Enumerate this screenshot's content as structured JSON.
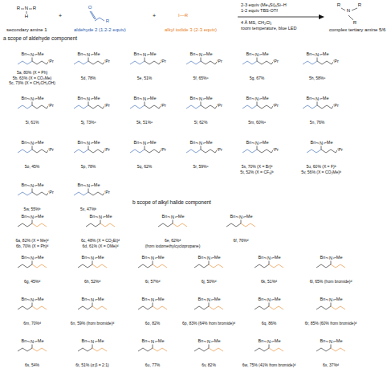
{
  "diagram": {
    "labels": [
      "R",
      "N",
      "R",
      "H",
      "secondary amine 1",
      "+",
      "O",
      "R",
      "aldehyde 2 (1.2-2 equiv)",
      "+",
      "I—R",
      "alkyl iodide 3 (2-3 equiv)",
      "2-3 equiv (Me₃Si)₃Si–H",
      "1-2 equiv TBS-OTf",
      "4 Å MS, CH₂Cl₂",
      "room temperature, blue LED",
      "R",
      "N",
      "R",
      "R",
      "complex tertiary amine 5/6",
      "a scope of aldehyde component",
      "5a, 80% (X = Ph)",
      "5b, 63% (X = CO₂Me)",
      "5c, 73% (X = CH₂CH₂OH)",
      "Bn",
      "N",
      "Me",
      "ⁱPr",
      "5d, 78%",
      "Bn",
      "N",
      "Me",
      "ⁱPr",
      "5e, 51%",
      "Bn",
      "N",
      "Me",
      "ⁱPr",
      "5f, 65%ᵃ",
      "Bn",
      "N",
      "Me",
      "ⁱPr",
      "5g, 67%",
      "Bn",
      "N",
      "Me",
      "ⁱPr",
      "5h, 58%ᵃ",
      "Bn",
      "N",
      "Me",
      "ⁱPr",
      "5i, 61%",
      "Bn",
      "N",
      "Me",
      "ⁱPr",
      "5j, 73%ᵃ",
      "Bn",
      "N",
      "Me",
      "ⁱPr",
      "5k, 51%ᵃ",
      "Bn",
      "N",
      "Me",
      "ⁱPr",
      "5l, 62%",
      "Bn",
      "N",
      "Me",
      "ⁱPr",
      "5m, 60%ᵃ",
      "Bn",
      "N",
      "Me",
      "ⁱPr",
      "5n, 76%",
      "Bn",
      "N",
      "Me",
      "ⁱPr",
      "5o, 45%",
      "Bn",
      "N",
      "Me",
      "ⁱPr",
      "5p, 78%",
      "Bn",
      "N",
      "Me",
      "ⁱPr",
      "5q, 62%",
      "Bn",
      "N",
      "Me",
      "ⁱPr",
      "5r, 59%ᵃ",
      "Bn",
      "N",
      "Me",
      "ⁱPr",
      "5s, 70% (X = Br)ᵇ",
      "5t, 52% (X = CF₃)ᵇ",
      "Bn",
      "N",
      "Me",
      "ⁱPr",
      "5u, 60% (X = F)ᵇ",
      "5v, 56% (X = CO₂Me)ᵇ",
      "Bn",
      "N",
      "Me",
      "ⁱPr",
      "5w, 55%ᵇ",
      "Bn",
      "N",
      "Me",
      "ⁱPr",
      "5x, 47%ᵇ",
      "Bn",
      "N",
      "Me",
      "ⁱPr",
      "b scope of alkyl halide component",
      "6a, 82% (X = Me)ᵈ",
      "6b, 70% (X = Ph)ᵈ",
      "Bn",
      "N",
      "Me",
      "6c, 48% (X = CO₂Et)ᵈ",
      "6d, 61% (X = OMe)ᵈ",
      "Bn",
      "N",
      "Me",
      "6e, 62%ᵈ",
      "(from iodomethylcyclopropane)",
      "Bn",
      "N",
      "Me",
      "6f, 76%ᵈ",
      "Bn",
      "N",
      "Me",
      "6g, 45%ᵈ",
      "Bn",
      "N",
      "Me",
      "6h, 52%ᵈ",
      "Bn",
      "N",
      "Me",
      "6i, 57%ᵈ",
      "Bn",
      "N",
      "Me",
      "6j, 50%ᵈ",
      "Bn",
      "N",
      "Me",
      "6k, 51%ᵈ",
      "Bn",
      "N",
      "Me",
      "6l, 65% (from bromide)ᵈ",
      "Bn",
      "N",
      "Me",
      "6m, 70%ᵈ",
      "Bn",
      "N",
      "Me",
      "6n, 59% (from bromide)ᵈ",
      "Bn",
      "N",
      "Me",
      "6o, 82%",
      "Bn",
      "N",
      "Me",
      "6p, 83% (64% from bromide)ᵈ",
      "Bn",
      "N",
      "Me",
      "6q, 86%",
      "Bn",
      "N",
      "Me",
      "6r, 85% (60% from bromide)ᵈ",
      "Bn",
      "N",
      "Me",
      "6s, 54%",
      "Bn",
      "N",
      "Me",
      "6t, 51% (α:β = 2:1)",
      "Bn",
      "N",
      "Me",
      "6u, 77%",
      "Bn",
      "N",
      "Me",
      "6v, 82%",
      "Bn",
      "N",
      "Me",
      "6w, 75% (41% from bromide)ᵈ",
      "Bn",
      "N",
      "Me",
      "6x, 37%ᵈ",
      "Bn",
      "N",
      "Me"
    ]
  }
}
